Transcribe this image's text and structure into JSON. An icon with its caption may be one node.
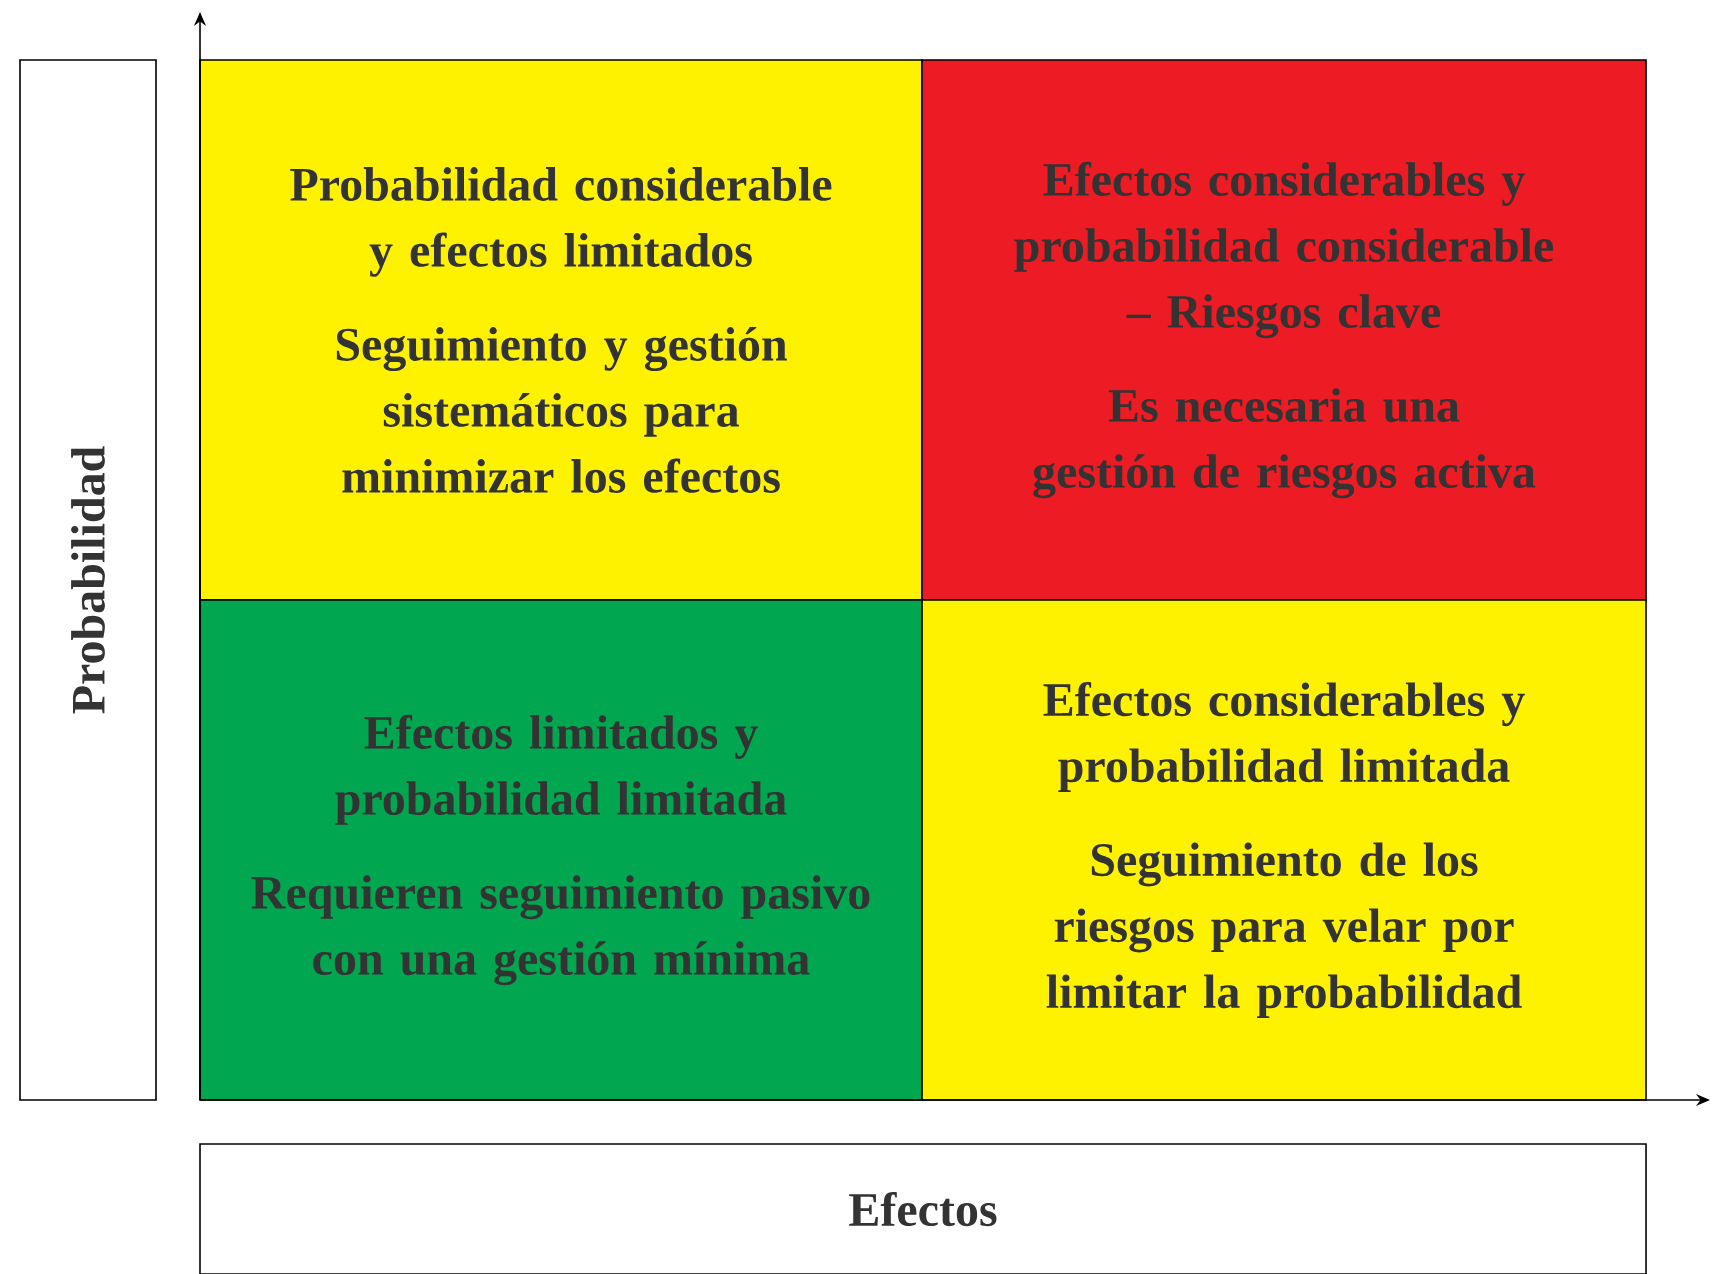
{
  "diagram": {
    "nodes": [
      {
        "text": [
          "Probabilidad"
        ]
      },
      {
        "text": [
          "Probabilidad considerable y efectos limitados",
          "Seguimiento y gestión sistemáticos para minimizar los efectos"
        ]
      },
      {
        "text": [
          "Efectos considerables y probabilidad considerable – Riesgos clave",
          "Es necesaria una gestión de riesgos activa"
        ]
      },
      {
        "text": [
          "Efectos limitados y probabilidad limitada",
          "Requieren seguimiento pasivo con una gestión mínima"
        ]
      },
      {
        "text": [
          "Efectos considerables y probabilidad limitada",
          "Seguimiento de los riesgos para velar por limitar la probabilidad"
        ]
      },
      {
        "text": [
          "Efectos"
        ]
      }
    ]
  }
}
